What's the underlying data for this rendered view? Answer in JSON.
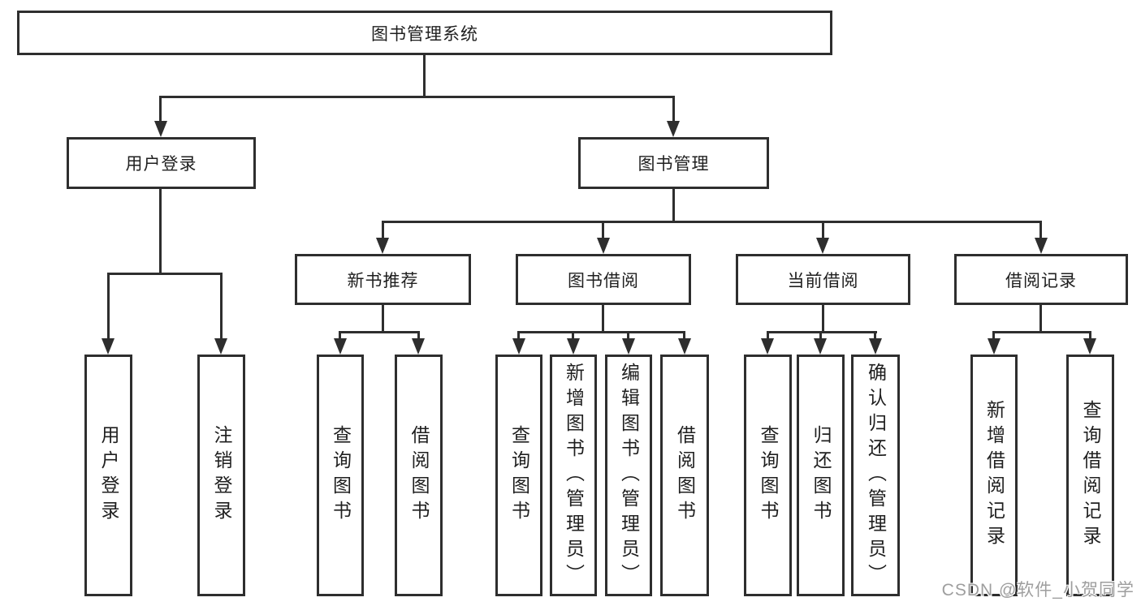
{
  "colors": {
    "line": "#2e2e2e",
    "text": "#1f1f1f",
    "watermark": "#9e9e9e",
    "background": "#ffffff"
  },
  "watermark": {
    "text": "CSDN @软件_小贺同学"
  },
  "tree": {
    "label": "图书管理系统",
    "children": [
      {
        "label": "用户登录",
        "children": [
          {
            "label": "用户登录"
          },
          {
            "label": "注销登录"
          }
        ]
      },
      {
        "label": "图书管理",
        "children": [
          {
            "label": "新书推荐",
            "children": [
              {
                "label": "查询图书"
              },
              {
                "label": "借阅图书"
              }
            ]
          },
          {
            "label": "图书借阅",
            "children": [
              {
                "label": "查询图书"
              },
              {
                "label": "新增图书（管理员）"
              },
              {
                "label": "编辑图书（管理员）"
              },
              {
                "label": "借阅图书"
              }
            ]
          },
          {
            "label": "当前借阅",
            "children": [
              {
                "label": "查询图书"
              },
              {
                "label": "归还图书"
              },
              {
                "label": "确认归还（管理员）"
              }
            ]
          },
          {
            "label": "借阅记录",
            "children": [
              {
                "label": "新增借阅记录"
              },
              {
                "label": "查询借阅记录"
              }
            ]
          }
        ]
      }
    ]
  }
}
